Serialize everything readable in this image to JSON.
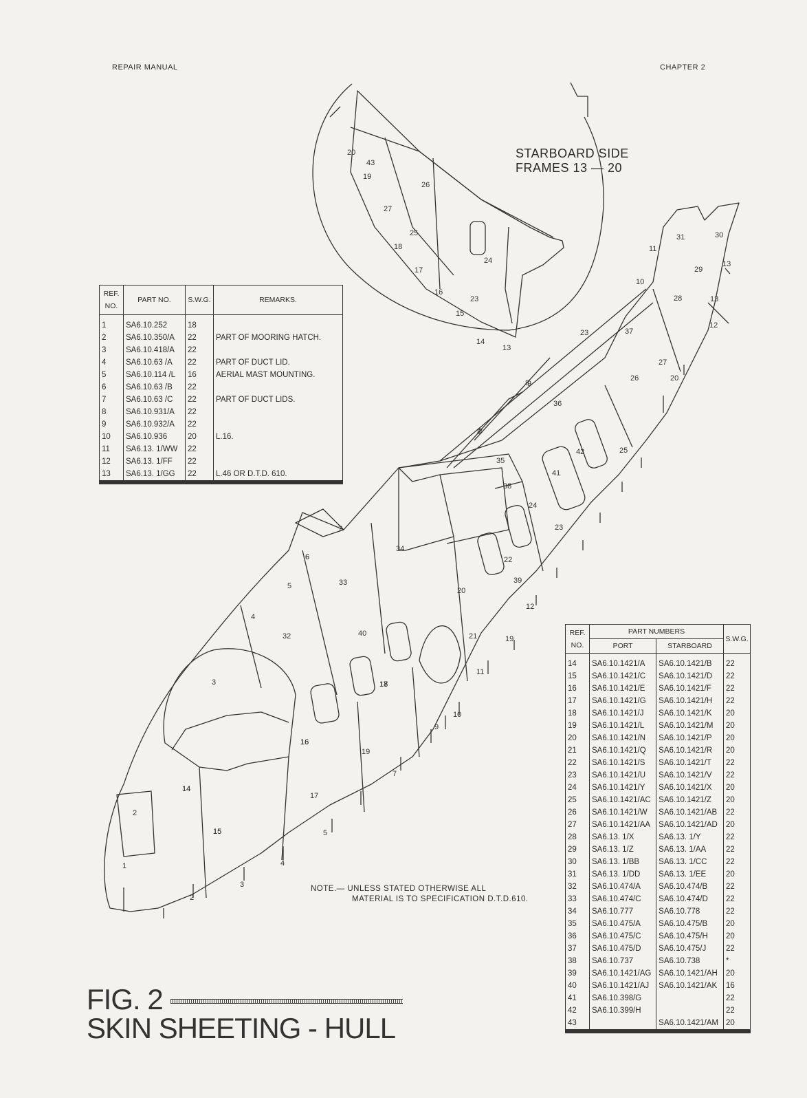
{
  "header": {
    "left": "REPAIR MANUAL",
    "right": "CHAPTER 2"
  },
  "inset": {
    "title_line1": "STARBOARD SIDE",
    "title_line2": "FRAMES 13 — 20"
  },
  "table1": {
    "headers": {
      "ref": "REF. NO.",
      "part": "PART NO.",
      "swg": "S.W.G.",
      "remarks": "REMARKS."
    },
    "rows": [
      {
        "ref": "1",
        "part": "SA6.10.252",
        "swg": "18",
        "remarks": ""
      },
      {
        "ref": "2",
        "part": "SA6.10.350/A",
        "swg": "22",
        "remarks": "PART OF MOORING HATCH."
      },
      {
        "ref": "3",
        "part": "SA6.10.418/A",
        "swg": "22",
        "remarks": ""
      },
      {
        "ref": "4",
        "part": "SA6.10.63 /A",
        "swg": "22",
        "remarks": "PART OF DUCT LID."
      },
      {
        "ref": "5",
        "part": "SA6.10.114 /L",
        "swg": "16",
        "remarks": "AERIAL MAST MOUNTING."
      },
      {
        "ref": "6",
        "part": "SA6.10.63 /B",
        "swg": "22",
        "remarks": ""
      },
      {
        "ref": "7",
        "part": "SA6.10.63 /C",
        "swg": "22",
        "remarks": "PART OF DUCT LIDS."
      },
      {
        "ref": "8",
        "part": "SA6.10.931/A",
        "swg": "22",
        "remarks": ""
      },
      {
        "ref": "9",
        "part": "SA6.10.932/A",
        "swg": "22",
        "remarks": ""
      },
      {
        "ref": "10",
        "part": "SA6.10.936",
        "swg": "20",
        "remarks": "L.16."
      },
      {
        "ref": "11",
        "part": "SA6.13. 1/WW",
        "swg": "22",
        "remarks": ""
      },
      {
        "ref": "12",
        "part": "SA6.13. 1/FF",
        "swg": "22",
        "remarks": ""
      },
      {
        "ref": "13",
        "part": "SA6.13. 1/GG",
        "swg": "22",
        "remarks": "L.46 OR D.T.D. 610."
      }
    ]
  },
  "table2": {
    "headers": {
      "ref": "REF. NO.",
      "group": "PART NUMBERS",
      "port": "PORT",
      "starboard": "STARBOARD",
      "swg": "S.W.G."
    },
    "rows": [
      {
        "ref": "14",
        "port": "SA6.10.1421/A",
        "starboard": "SA6.10.1421/B",
        "swg": "22"
      },
      {
        "ref": "15",
        "port": "SA6.10.1421/C",
        "starboard": "SA6.10.1421/D",
        "swg": "22"
      },
      {
        "ref": "16",
        "port": "SA6.10.1421/E",
        "starboard": "SA6.10.1421/F",
        "swg": "22"
      },
      {
        "ref": "17",
        "port": "SA6.10.1421/G",
        "starboard": "SA6.10.1421/H",
        "swg": "22"
      },
      {
        "ref": "18",
        "port": "SA6.10.1421/J",
        "starboard": "SA6.10.1421/K",
        "swg": "20"
      },
      {
        "ref": "19",
        "port": "SA6.10.1421/L",
        "starboard": "SA6.10.1421/M",
        "swg": "20"
      },
      {
        "ref": "20",
        "port": "SA6.10.1421/N",
        "starboard": "SA6.10.1421/P",
        "swg": "20"
      },
      {
        "ref": "21",
        "port": "SA6.10.1421/Q",
        "starboard": "SA6.10.1421/R",
        "swg": "20"
      },
      {
        "ref": "22",
        "port": "SA6.10.1421/S",
        "starboard": "SA6.10.1421/T",
        "swg": "22"
      },
      {
        "ref": "23",
        "port": "SA6.10.1421/U",
        "starboard": "SA6.10.1421/V",
        "swg": "22"
      },
      {
        "ref": "24",
        "port": "SA6.10.1421/Y",
        "starboard": "SA6.10.1421/X",
        "swg": "20"
      },
      {
        "ref": "25",
        "port": "SA6.10.1421/AC",
        "starboard": "SA6.10.1421/Z",
        "swg": "20"
      },
      {
        "ref": "26",
        "port": "SA6.10.1421/W",
        "starboard": "SA6.10.1421/AB",
        "swg": "22"
      },
      {
        "ref": "27",
        "port": "SA6.10.1421/AA",
        "starboard": "SA6.10.1421/AD",
        "swg": "20"
      },
      {
        "ref": "28",
        "port": "SA6.13. 1/X",
        "starboard": "SA6.13. 1/Y",
        "swg": "22"
      },
      {
        "ref": "29",
        "port": "SA6.13. 1/Z",
        "starboard": "SA6.13. 1/AA",
        "swg": "22"
      },
      {
        "ref": "30",
        "port": "SA6.13. 1/BB",
        "starboard": "SA6.13. 1/CC",
        "swg": "22"
      },
      {
        "ref": "31",
        "port": "SA6.13. 1/DD",
        "starboard": "SA6.13. 1/EE",
        "swg": "20"
      },
      {
        "ref": "32",
        "port": "SA6.10.474/A",
        "starboard": "SA6.10.474/B",
        "swg": "22"
      },
      {
        "ref": "33",
        "port": "SA6.10.474/C",
        "starboard": "SA6.10.474/D",
        "swg": "22"
      },
      {
        "ref": "34",
        "port": "SA6.10.777",
        "starboard": "SA6.10.778",
        "swg": "22"
      },
      {
        "ref": "35",
        "port": "SA6.10.475/A",
        "starboard": "SA6.10.475/B",
        "swg": "20"
      },
      {
        "ref": "36",
        "port": "SA6.10.475/C",
        "starboard": "SA6.10.475/H",
        "swg": "20"
      },
      {
        "ref": "37",
        "port": "SA6.10.475/D",
        "starboard": "SA6.10.475/J",
        "swg": "22"
      },
      {
        "ref": "38",
        "port": "SA6.10.737",
        "starboard": "SA6.10.738",
        "swg": "*"
      },
      {
        "ref": "39",
        "port": "SA6.10.1421/AG",
        "starboard": "SA6.10.1421/AH",
        "swg": "20"
      },
      {
        "ref": "40",
        "port": "SA6.10.1421/AJ",
        "starboard": "SA6.10.1421/AK",
        "swg": "16"
      },
      {
        "ref": "41",
        "port": "SA6.10.398/G",
        "starboard": "",
        "swg": "22"
      },
      {
        "ref": "42",
        "port": "SA6.10.399/H",
        "starboard": "",
        "swg": "22"
      },
      {
        "ref": "43",
        "port": "",
        "starboard": "SA6.10.1421/AM",
        "swg": "20"
      }
    ]
  },
  "note": {
    "line1": "NOTE.— UNLESS STATED OTHERWISE ALL",
    "line2": "MATERIAL IS TO SPECIFICATION D.T.D.610."
  },
  "figure": {
    "number": "FIG. 2",
    "title": "SKIN SHEETING - HULL"
  },
  "callouts": {
    "hull": [
      "1",
      "2",
      "3",
      "4",
      "5",
      "6",
      "7",
      "8",
      "9",
      "10",
      "11",
      "12",
      "13",
      "14",
      "15",
      "16",
      "17",
      "18",
      "19",
      "20",
      "21",
      "22",
      "23",
      "24",
      "25",
      "26",
      "27",
      "28",
      "29",
      "30",
      "31",
      "32",
      "33",
      "34",
      "35",
      "36",
      "37",
      "38",
      "39",
      "40",
      "41",
      "42",
      "2",
      "3",
      "14",
      "15",
      "16",
      "17",
      "18",
      "19",
      "12",
      "13",
      "23",
      "8",
      "8",
      "9",
      "10",
      "11",
      "20",
      "6",
      "7",
      "4",
      "5"
    ],
    "inset": [
      "20",
      "43",
      "19",
      "26",
      "27",
      "25",
      "18",
      "17",
      "16",
      "15",
      "14",
      "13",
      "23",
      "24"
    ]
  }
}
